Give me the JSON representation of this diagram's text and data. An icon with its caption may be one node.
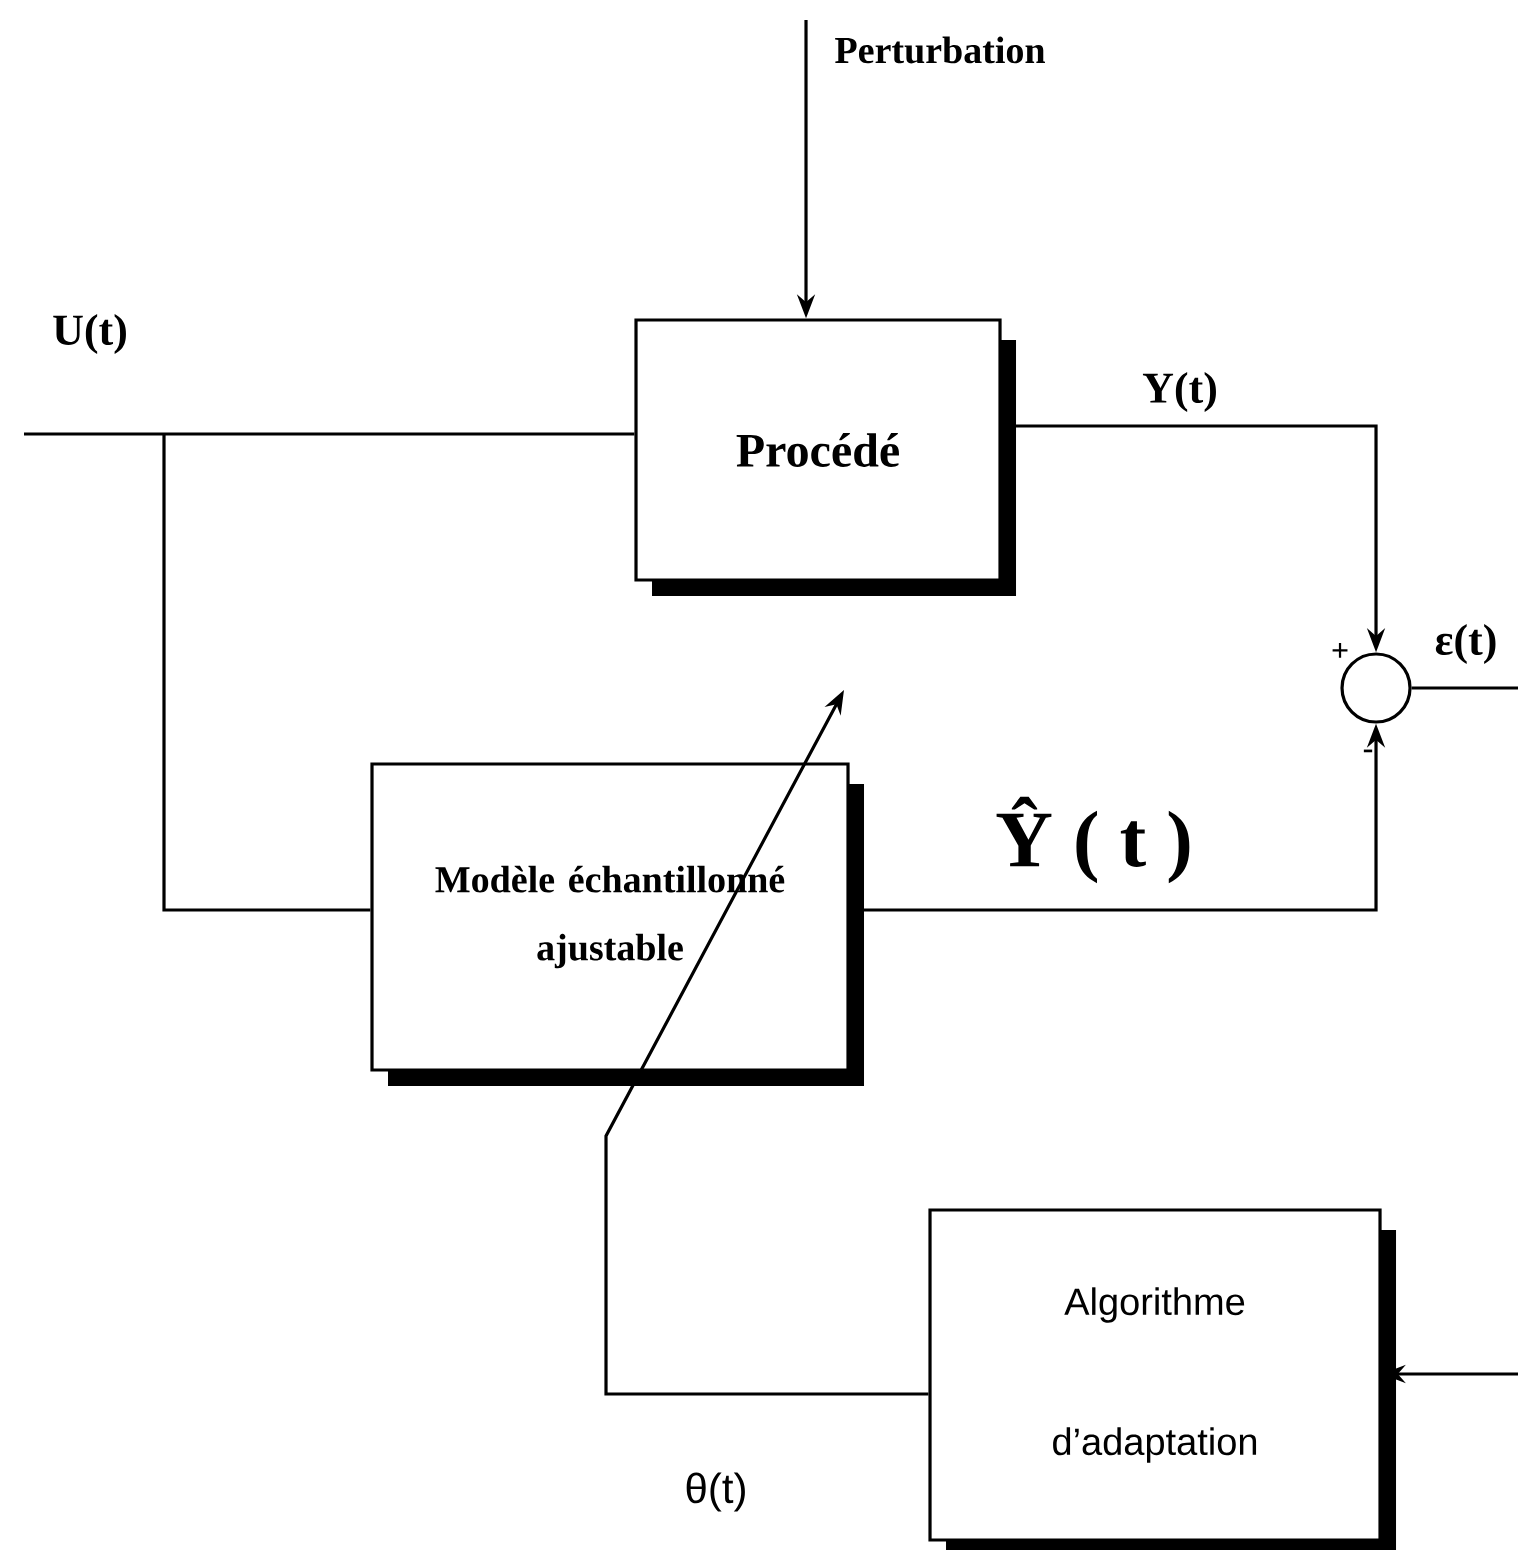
{
  "diagram": {
    "nodes": [
      {
        "text": [
          "Procédé"
        ]
      },
      {
        "text": [
          "Modèle échantillonné ajustable"
        ]
      },
      {
        "text": [],
        "shape": "circle"
      },
      {
        "text": [
          "Algorithme d’adaptation"
        ]
      }
    ],
    "edges": [
      {
        "from": null,
        "to": 0,
        "arrow": "to",
        "label": "Perturbation"
      },
      {
        "from": null,
        "to": 0,
        "arrow": "none",
        "label": "U(t)"
      },
      {
        "from": null,
        "to": 1,
        "arrow": "none"
      },
      {
        "from": 0,
        "to": 2,
        "arrow": "to",
        "label": "Y(t)"
      },
      {
        "from": 1,
        "to": 2,
        "arrow": "to",
        "label": "Ŷ ( t )"
      },
      {
        "from": 2,
        "to": null,
        "arrow": "none",
        "label": "ε(t)"
      },
      {
        "from": null,
        "to": 3,
        "arrow": "to"
      },
      {
        "from": 3,
        "to": 1,
        "arrow": "to",
        "label": "θ(t)"
      }
    ],
    "labels": [
      "+",
      "-"
    ]
  }
}
